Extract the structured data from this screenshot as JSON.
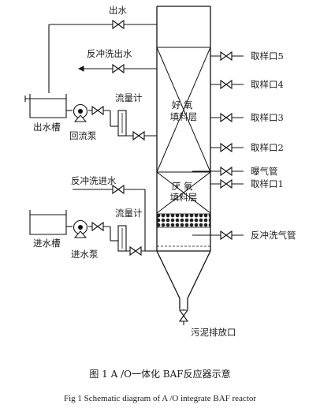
{
  "labels": {
    "effluent": "出水",
    "backwash_out": "反冲洗出水",
    "effluent_tank": "出水槽",
    "return_pump": "回流泵",
    "flowmeter_upper": "流量计",
    "aerobic_zone": "好 氧\n填料层",
    "anoxic_zone": "厌 氧\n填料层",
    "backwash_in": "反冲洗进水",
    "flowmeter_lower": "流量计",
    "influent_tank": "进水槽",
    "feed_pump": "进水泵",
    "aeration_pipe": "曝气管",
    "backwash_air_pipe": "反冲洗气管",
    "sludge_outlet": "污泥排放口",
    "sample_ports": [
      "取样口5",
      "取样口4",
      "取样口3",
      "取样口2",
      "取样口1"
    ]
  },
  "caption": {
    "cn": "图  1   A /O一体化 BAF反应器示意",
    "en": "Fig 1    Schematic diagram of A /O integrate BAF reactor"
  }
}
